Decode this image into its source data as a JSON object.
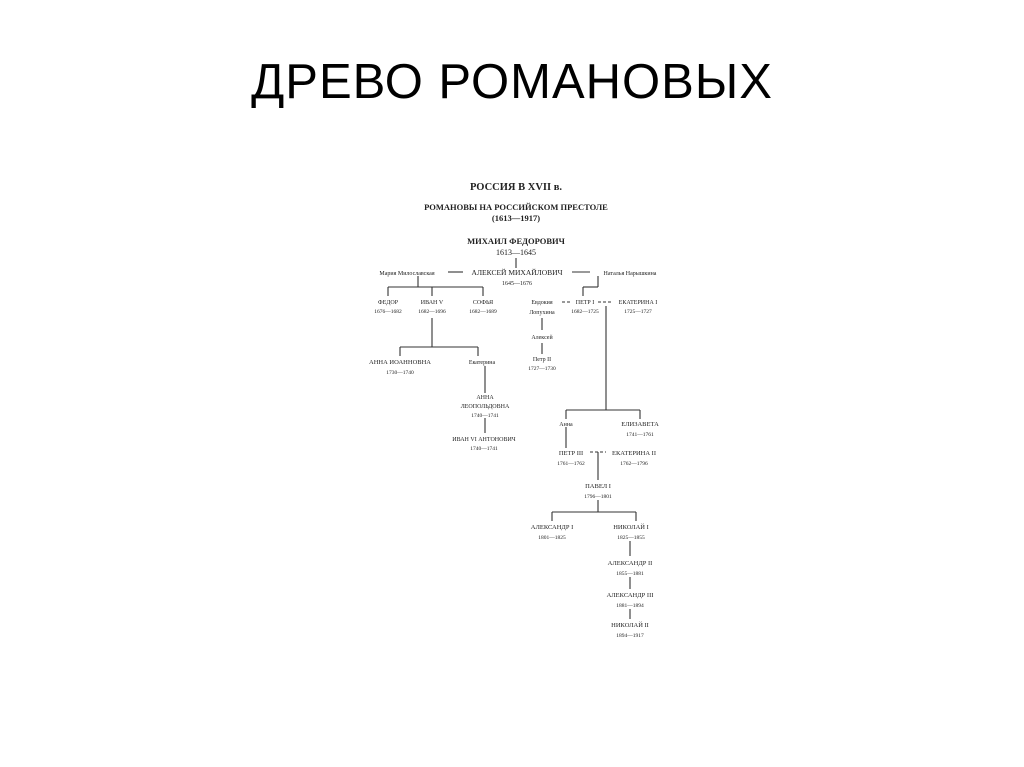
{
  "slide": {
    "title": "ДРЕВО РОМАНОВЫХ"
  },
  "figure": {
    "header": "РОССИЯ В XVII в.",
    "subtitle": "РОМАНОВЫ НА РОССИЙСКОМ ПРЕСТОЛЕ",
    "years": "(1613—1917)"
  },
  "people": {
    "mikhail": {
      "name": "МИХАИЛ ФЕДОРОВИЧ",
      "years": "1613—1645"
    },
    "maria": {
      "name": "Мария Милославская"
    },
    "alexei": {
      "name": "АЛЕКСЕЙ МИХАЙЛОВИЧ",
      "years": "1645—1676"
    },
    "natalia": {
      "name": "Наталья Нарышкина"
    },
    "fedor": {
      "name": "ФЕДОР",
      "years": "1676—1682"
    },
    "ivan5": {
      "name": "ИВАН V",
      "years": "1682—1696"
    },
    "sofia": {
      "name": "СОФЬЯ",
      "years": "1682—1689"
    },
    "evdokia": {
      "name": "Евдокия",
      "name2": "Лопухина"
    },
    "peter1": {
      "name": "ПЕТР I",
      "years": "1682—1725"
    },
    "catherine1": {
      "name": "ЕКАТЕРИНА I",
      "years": "1725—1727"
    },
    "alexei_son": {
      "name": "Алексей"
    },
    "peter2": {
      "name": "Петр II",
      "years": "1727—1730"
    },
    "anna_ioannovna": {
      "name": "АННА ИОАННОВНА",
      "years": "1730—1740"
    },
    "ekaterina": {
      "name": "Екатерина"
    },
    "anna_leop": {
      "name": "АННА",
      "name2": "ЛЕОПОЛЬДОВНА",
      "years": "1740—1741"
    },
    "ivan6": {
      "name": "ИВАН VI АНТОНОВИЧ",
      "years": "1740—1741"
    },
    "anna": {
      "name": "Анна"
    },
    "elizaveta": {
      "name": "ЕЛИЗАВЕТА",
      "years": "1741—1761"
    },
    "peter3": {
      "name": "ПЕТР III",
      "years": "1761—1762"
    },
    "catherine2": {
      "name": "ЕКАТЕРИНА II",
      "years": "1762—1796"
    },
    "pavel1": {
      "name": "ПАВЕЛ I",
      "years": "1796—1801"
    },
    "alexander1": {
      "name": "АЛЕКСАНДР I",
      "years": "1801—1825"
    },
    "nicholas1": {
      "name": "НИКОЛАЙ I",
      "years": "1825—1855"
    },
    "alexander2": {
      "name": "АЛЕКСАНДР II",
      "years": "1855—1881"
    },
    "alexander3": {
      "name": "АЛЕКСАНДР III",
      "years": "1881—1894"
    },
    "nicholas2": {
      "name": "НИКОЛАЙ II",
      "years": "1894—1917"
    }
  }
}
